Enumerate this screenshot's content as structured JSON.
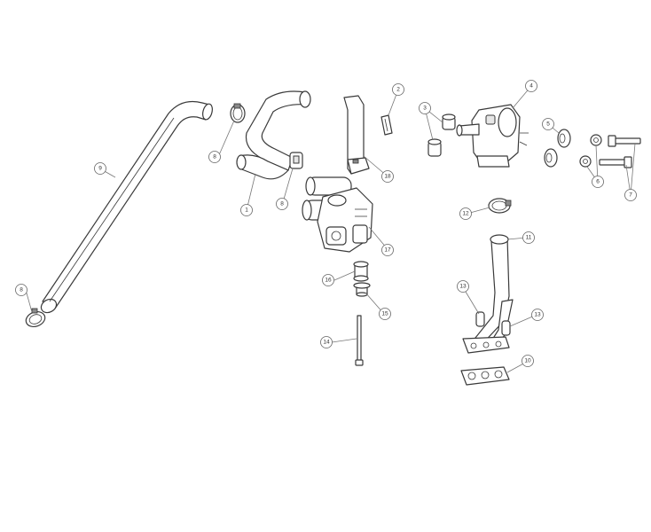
{
  "diagram": {
    "callouts": [
      {
        "id": "c-1",
        "label": "1"
      },
      {
        "id": "c-2",
        "label": "2"
      },
      {
        "id": "c-3",
        "label": "3"
      },
      {
        "id": "c-4",
        "label": "4"
      },
      {
        "id": "c-5",
        "label": "5"
      },
      {
        "id": "c-6",
        "label": "6"
      },
      {
        "id": "c-7",
        "label": "7"
      },
      {
        "id": "c-8a",
        "label": "8"
      },
      {
        "id": "c-8b",
        "label": "8"
      },
      {
        "id": "c-8c",
        "label": "8"
      },
      {
        "id": "c-9",
        "label": "9"
      },
      {
        "id": "c-10",
        "label": "10"
      },
      {
        "id": "c-11",
        "label": "11"
      },
      {
        "id": "c-12",
        "label": "12"
      },
      {
        "id": "c-13a",
        "label": "13"
      },
      {
        "id": "c-13b",
        "label": "13"
      },
      {
        "id": "c-14",
        "label": "14"
      },
      {
        "id": "c-15",
        "label": "15"
      },
      {
        "id": "c-16",
        "label": "16"
      },
      {
        "id": "c-17",
        "label": "17"
      },
      {
        "id": "c-18",
        "label": "18"
      }
    ]
  }
}
